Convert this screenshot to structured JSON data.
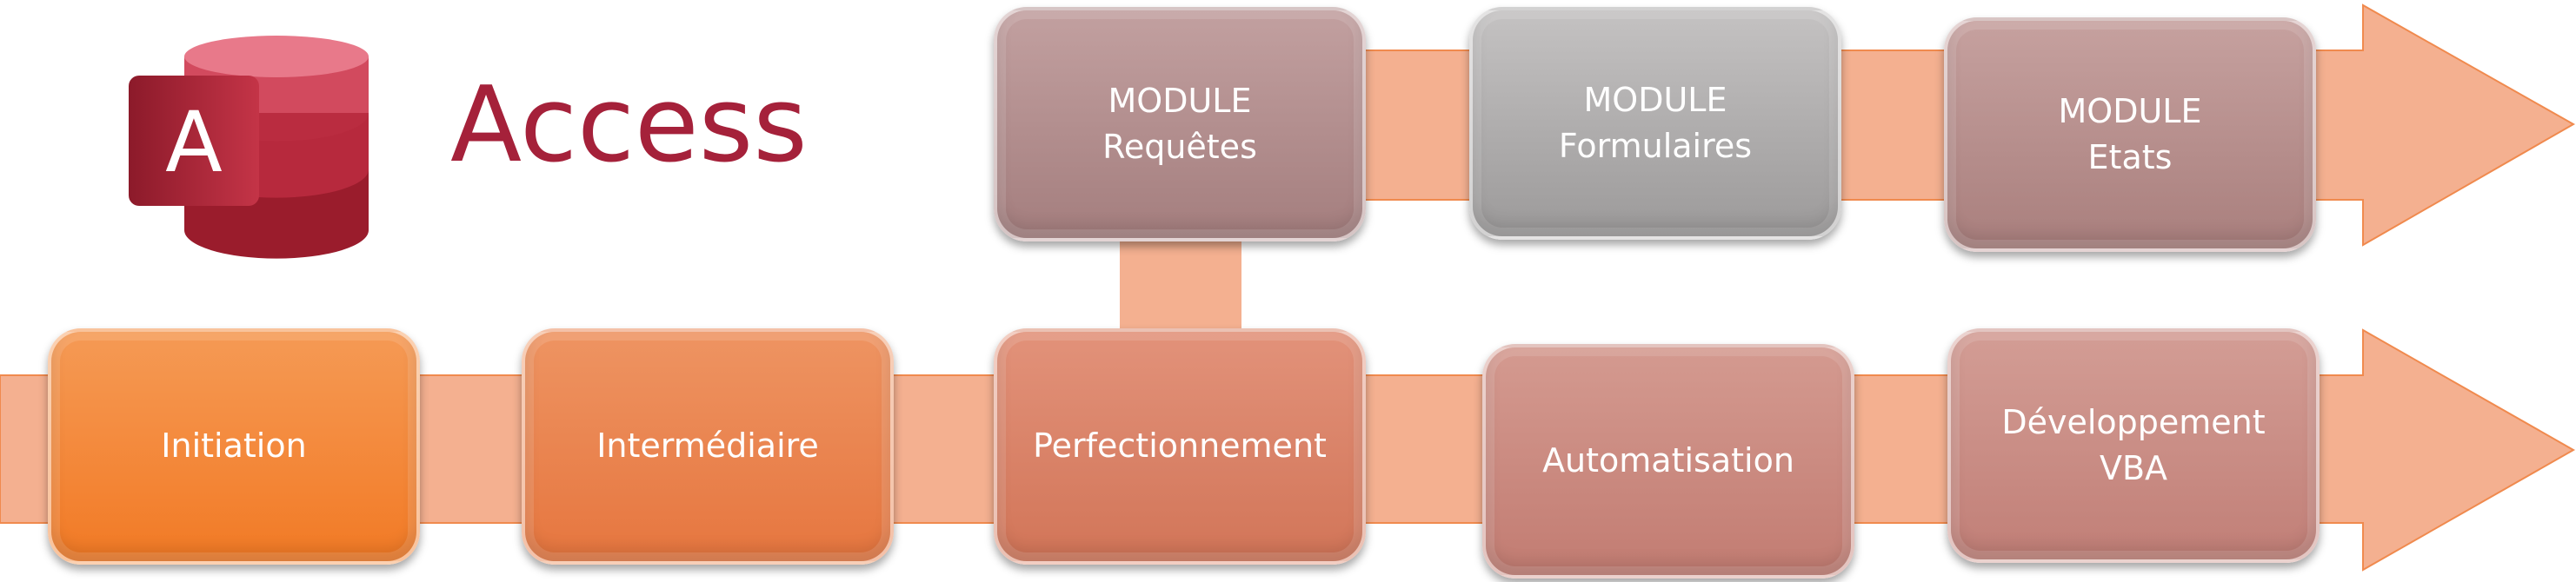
{
  "logo": {
    "letter": "A",
    "title": "Access",
    "icon": "access-database-icon",
    "brand_color": "#a5213a"
  },
  "bottom_row": [
    {
      "id": "initiation",
      "label": "Initiation",
      "color": "#f5802a"
    },
    {
      "id": "intermediaire",
      "label": "Intermédiaire",
      "color": "#e87c4a"
    },
    {
      "id": "perfectionnement",
      "label": "Perfectionnement",
      "color": "#d97c62"
    },
    {
      "id": "automatisation",
      "label": "Automatisation",
      "color": "#c8867c"
    },
    {
      "id": "developpement-vba",
      "label": "Développement\nVBA",
      "color": "#c78a82"
    }
  ],
  "top_row": [
    {
      "id": "module-requetes",
      "label": "MODULE\nRequêtes",
      "color": "#b08888"
    },
    {
      "id": "module-formulaires",
      "label": "MODULE\nFormulaires",
      "color": "#a8a6a6"
    },
    {
      "id": "module-etats",
      "label": "MODULE\nEtats",
      "color": "#b38a88"
    }
  ],
  "arrow_color": "#f4b090"
}
